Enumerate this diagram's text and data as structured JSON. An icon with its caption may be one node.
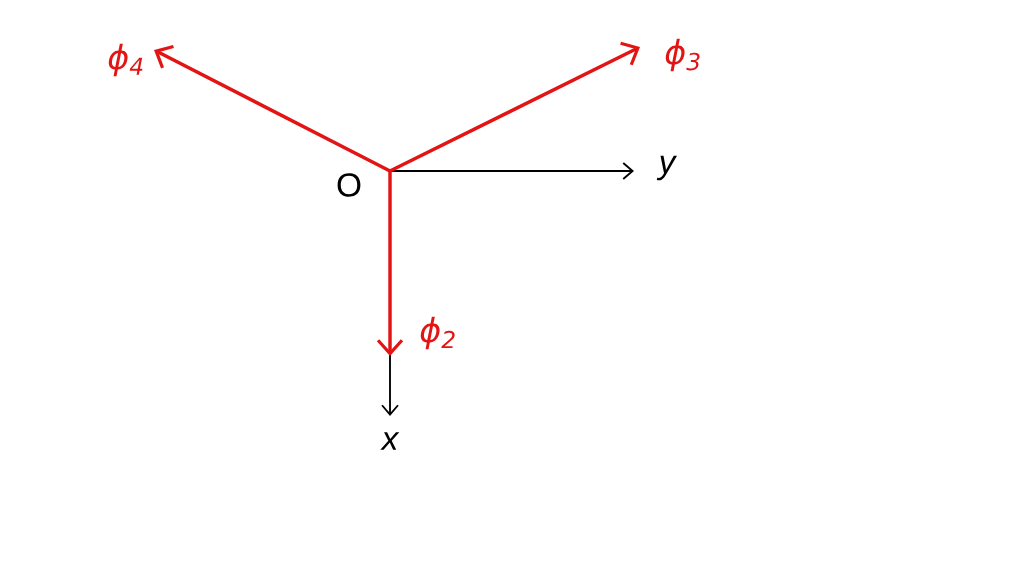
{
  "diagram": {
    "labels": [
      "ϕ$_{4}$",
      "ϕ$_{3}$",
      "O",
      "y",
      "ϕ$_{2}$",
      "x"
    ]
  }
}
